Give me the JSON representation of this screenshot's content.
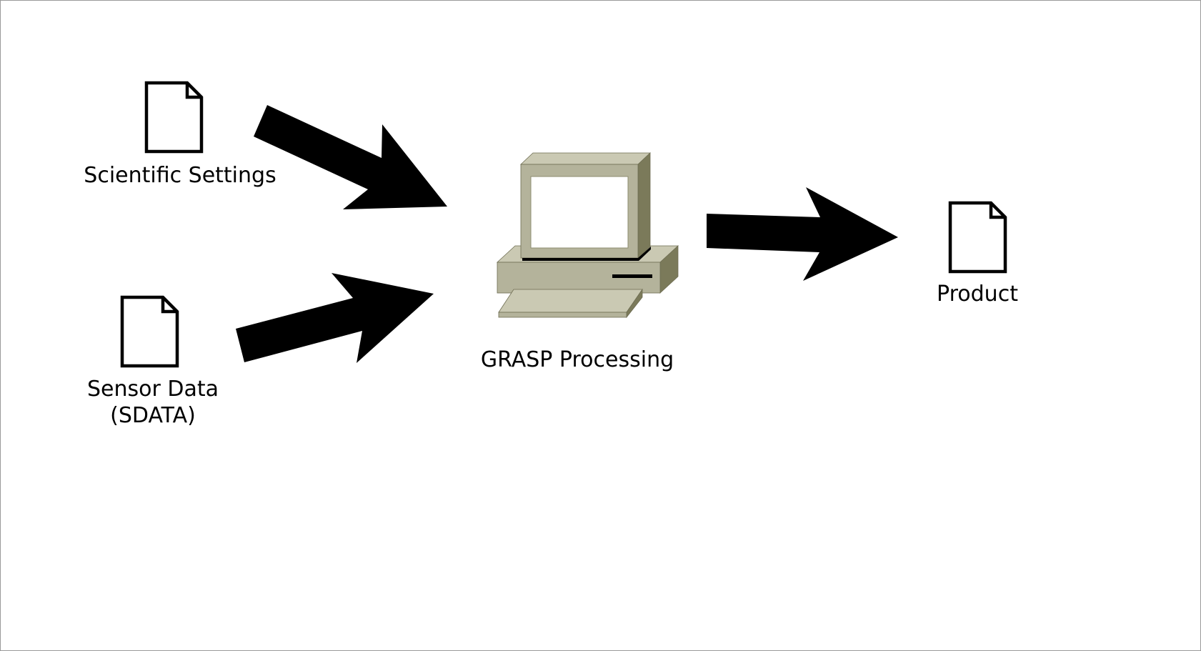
{
  "diagram": {
    "inputs": [
      {
        "label": "Scientific Settings"
      },
      {
        "label_lines": [
          "Sensor Data",
          "(SDATA)"
        ]
      }
    ],
    "processor": {
      "label": "GRASP Processing",
      "icon": "desktop-computer-icon"
    },
    "output": {
      "label": "Product",
      "icon": "document-icon"
    },
    "colors": {
      "arrow": "#000000",
      "computer_body": "#b4b39b",
      "computer_top": "#cac9b3",
      "computer_side": "#7b7a5a",
      "screen": "#ffffff"
    }
  }
}
